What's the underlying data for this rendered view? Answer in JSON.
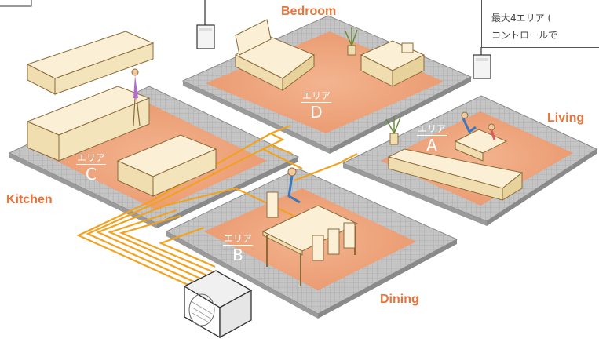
{
  "rooms": {
    "bedroom": "Bedroom",
    "living": "Living",
    "kitchen": "Kitchen",
    "dining": "Dining"
  },
  "areas": {
    "a": {
      "label": "エリア",
      "letter": "A"
    },
    "b": {
      "label": "エリア",
      "letter": "B"
    },
    "c": {
      "label": "エリア",
      "letter": "C"
    },
    "d": {
      "label": "エリア",
      "letter": "D"
    }
  },
  "note": {
    "line1": "最大4エリア (",
    "line2": "コントロールで"
  },
  "colors": {
    "heated_floor": "#f0a882",
    "floor_tile": "#b9b9b9",
    "pipe": "#f2a21f",
    "label": "#e8743a"
  }
}
